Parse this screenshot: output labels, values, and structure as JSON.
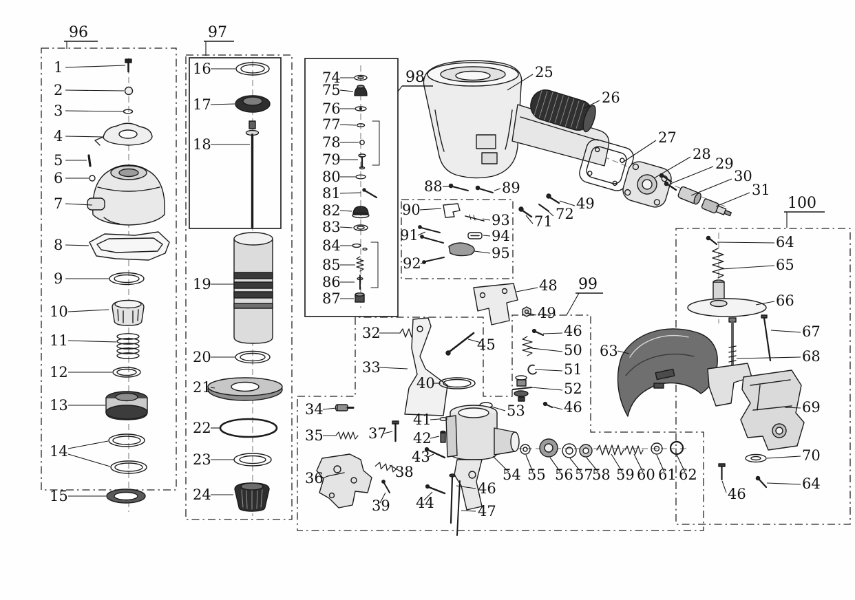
{
  "group_labels": [
    {
      "text": "96"
    },
    {
      "text": "97"
    },
    {
      "text": "98"
    },
    {
      "text": "99"
    },
    {
      "text": "100"
    }
  ],
  "part_labels": [
    {
      "text": "1"
    },
    {
      "text": "2"
    },
    {
      "text": "3"
    },
    {
      "text": "4"
    },
    {
      "text": "5"
    },
    {
      "text": "6"
    },
    {
      "text": "7"
    },
    {
      "text": "8"
    },
    {
      "text": "9"
    },
    {
      "text": "10"
    },
    {
      "text": "11"
    },
    {
      "text": "12"
    },
    {
      "text": "13"
    },
    {
      "text": "14"
    },
    {
      "text": "15"
    },
    {
      "text": "16"
    },
    {
      "text": "17"
    },
    {
      "text": "18"
    },
    {
      "text": "19"
    },
    {
      "text": "20"
    },
    {
      "text": "21"
    },
    {
      "text": "22"
    },
    {
      "text": "23"
    },
    {
      "text": "24"
    },
    {
      "text": "74"
    },
    {
      "text": "75"
    },
    {
      "text": "76"
    },
    {
      "text": "77"
    },
    {
      "text": "78"
    },
    {
      "text": "79"
    },
    {
      "text": "80"
    },
    {
      "text": "81"
    },
    {
      "text": "82"
    },
    {
      "text": "83"
    },
    {
      "text": "84"
    },
    {
      "text": "85"
    },
    {
      "text": "86"
    },
    {
      "text": "87"
    },
    {
      "text": "88"
    },
    {
      "text": "89"
    },
    {
      "text": "90"
    },
    {
      "text": "91"
    },
    {
      "text": "92"
    },
    {
      "text": "93"
    },
    {
      "text": "94"
    },
    {
      "text": "95"
    },
    {
      "text": "25"
    },
    {
      "text": "26"
    },
    {
      "text": "27"
    },
    {
      "text": "28"
    },
    {
      "text": "29"
    },
    {
      "text": "30"
    },
    {
      "text": "31"
    },
    {
      "text": "49"
    },
    {
      "text": "72"
    },
    {
      "text": "71"
    },
    {
      "text": "32"
    },
    {
      "text": "33"
    },
    {
      "text": "34"
    },
    {
      "text": "35"
    },
    {
      "text": "36"
    },
    {
      "text": "37"
    },
    {
      "text": "38"
    },
    {
      "text": "39"
    },
    {
      "text": "40"
    },
    {
      "text": "41"
    },
    {
      "text": "42"
    },
    {
      "text": "43"
    },
    {
      "text": "44"
    },
    {
      "text": "45"
    },
    {
      "text": "46"
    },
    {
      "text": "47"
    },
    {
      "text": "48"
    },
    {
      "text": "49"
    },
    {
      "text": "46"
    },
    {
      "text": "50"
    },
    {
      "text": "51"
    },
    {
      "text": "52"
    },
    {
      "text": "53"
    },
    {
      "text": "46"
    },
    {
      "text": "54"
    },
    {
      "text": "55"
    },
    {
      "text": "56"
    },
    {
      "text": "57"
    },
    {
      "text": "58"
    },
    {
      "text": "59"
    },
    {
      "text": "60"
    },
    {
      "text": "61"
    },
    {
      "text": "62"
    },
    {
      "text": "63"
    },
    {
      "text": "64"
    },
    {
      "text": "65"
    },
    {
      "text": "66"
    },
    {
      "text": "67"
    },
    {
      "text": "68"
    },
    {
      "text": "69"
    },
    {
      "text": "70"
    },
    {
      "text": "64"
    },
    {
      "text": "46"
    }
  ]
}
